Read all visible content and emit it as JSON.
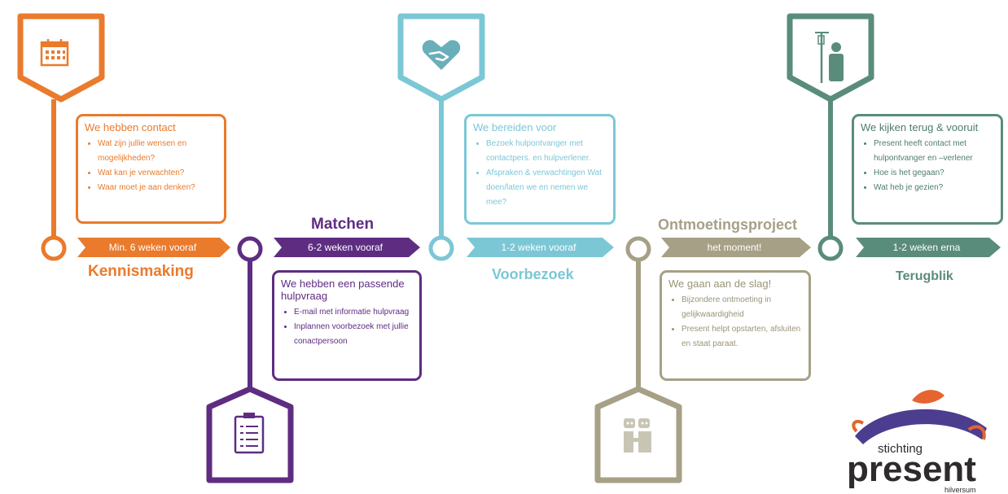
{
  "colors": {
    "orange": "#ea7a2c",
    "purple": "#5e2d82",
    "teal": "#7cc7d6",
    "olive": "#a6a086",
    "green": "#5a8c7b"
  },
  "stages": [
    {
      "id": "kennismaking",
      "icon": "calendar-icon",
      "title": "Kennismaking",
      "banner": "Min. 6 weken vooraf",
      "box_title": "We hebben contact",
      "bullets": [
        "Wat zijn jullie wensen en mogelijkheden?",
        "Wat kan je verwachten?",
        "Waar moet je aan denken?"
      ]
    },
    {
      "id": "matchen",
      "icon": "clipboard-icon",
      "title": "Matchen",
      "banner": "6-2 weken vooraf",
      "box_title": "We hebben een passende hulpvraag",
      "bullets": [
        "E-mail met informatie hulpvraag",
        "Inplannen voorbezoek met jullie conactpersoon"
      ]
    },
    {
      "id": "voorbezoek",
      "icon": "heart-handshake-icon",
      "title": "Voorbezoek",
      "banner": "1-2 weken vooraf",
      "box_title": "We bereiden voor",
      "bullets": [
        "Bezoek hulpontvanger met contactpers. en hulpverlener.",
        "Afspraken & verwachtingen Wat doen/laten we en nemen we mee?"
      ]
    },
    {
      "id": "ontmoetingsproject",
      "icon": "people-icon",
      "title": "Ontmoetingsproject",
      "banner": "het moment!",
      "box_title": "We gaan aan de slag!",
      "bullets": [
        "Bijzondere ontmoeting in gelijkwaardigheid",
        "Present helpt opstarten, afsluiten en staat paraat."
      ]
    },
    {
      "id": "terugblik",
      "icon": "patient-iv-icon",
      "title": "Terugblik",
      "banner": "1-2 weken erna",
      "box_title": "We kijken terug & vooruit",
      "bullets": [
        "Present heeft contact met hulpontvanger en –verlener",
        "Hoe is het gegaan?",
        "Wat heb je gezien?"
      ]
    }
  ],
  "logo": {
    "line1": "stichting",
    "line2": "present",
    "line3": "hilversum"
  }
}
